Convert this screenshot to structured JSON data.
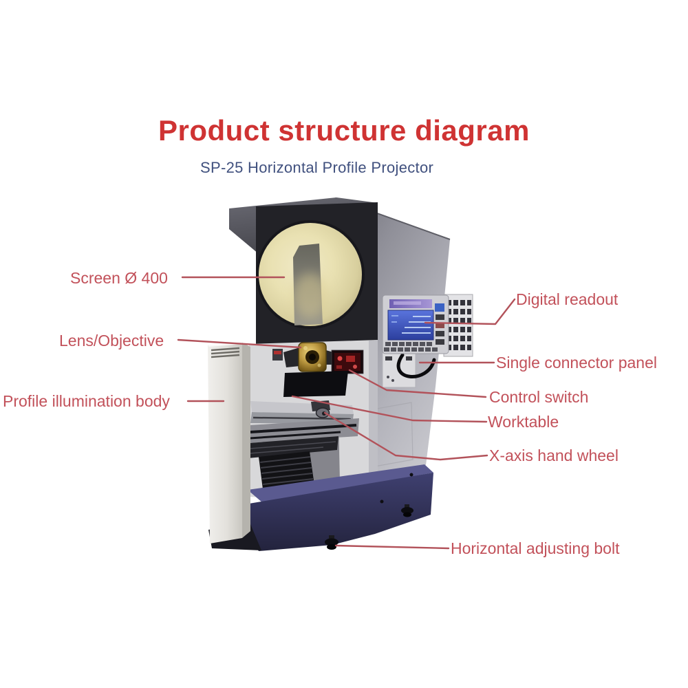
{
  "title": "Product structure diagram",
  "subtitle": "SP-25 Horizontal Profile Projector",
  "colors": {
    "title": "#cf3333",
    "subtitle": "#40507e",
    "label": "#c2515a",
    "leader": "#b2525a",
    "machine_base": "#32325c",
    "screen": "#e9e1b2"
  },
  "labels": [
    {
      "id": "screen",
      "text": "Screen Ø 400"
    },
    {
      "id": "lens",
      "text": "Lens/Objective"
    },
    {
      "id": "profile",
      "text": "Profile illumination body"
    },
    {
      "id": "digital",
      "text": "Digital readout"
    },
    {
      "id": "single",
      "text": "Single connector panel"
    },
    {
      "id": "control",
      "text": "Control switch"
    },
    {
      "id": "worktable",
      "text": "Worktable"
    },
    {
      "id": "xaxis",
      "text": "X-axis hand wheel"
    },
    {
      "id": "horizontal",
      "text": "Horizontal adjusting bolt"
    }
  ]
}
